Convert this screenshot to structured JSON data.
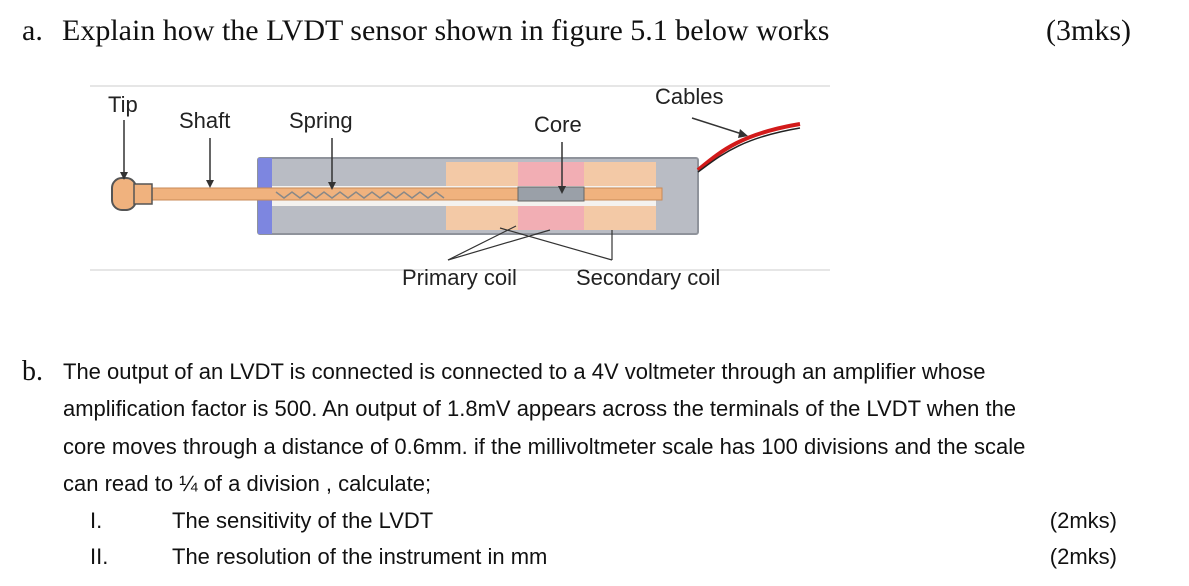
{
  "question_a": {
    "label": "a.",
    "text": "Explain how the LVDT sensor shown in figure 5.1 below works",
    "marks": "(3mks)"
  },
  "figure": {
    "labels": {
      "tip": "Tip",
      "shaft": "Shaft",
      "spring": "Spring",
      "core": "Core",
      "cables": "Cables",
      "primary_coil": "Primary coil",
      "secondary_coil": "Secondary coil"
    },
    "colors": {
      "housing": "#b9bcc4",
      "coil": "#f3c9a6",
      "core_coil": "#f2aeb4",
      "shaft": "#f0b27e",
      "endcap": "#7d86e0",
      "cable": "#d21a1a"
    }
  },
  "question_b": {
    "label": "b.",
    "lines": [
      "The output of an LVDT is connected is connected to a 4V voltmeter through an amplifier whose",
      "amplification factor is 500. An output of 1.8mV appears across the terminals of the LVDT  when the",
      "core moves through a distance of 0.6mm. if the millivoltmeter scale has 100 divisions and the scale",
      "can read to ¼ of a division , calculate;"
    ],
    "items": [
      {
        "num": "I.",
        "text": "The sensitivity of the LVDT",
        "marks": "(2mks)"
      },
      {
        "num": "II.",
        "text": "The resolution of the instrument in mm",
        "marks": "(2mks)"
      }
    ]
  }
}
